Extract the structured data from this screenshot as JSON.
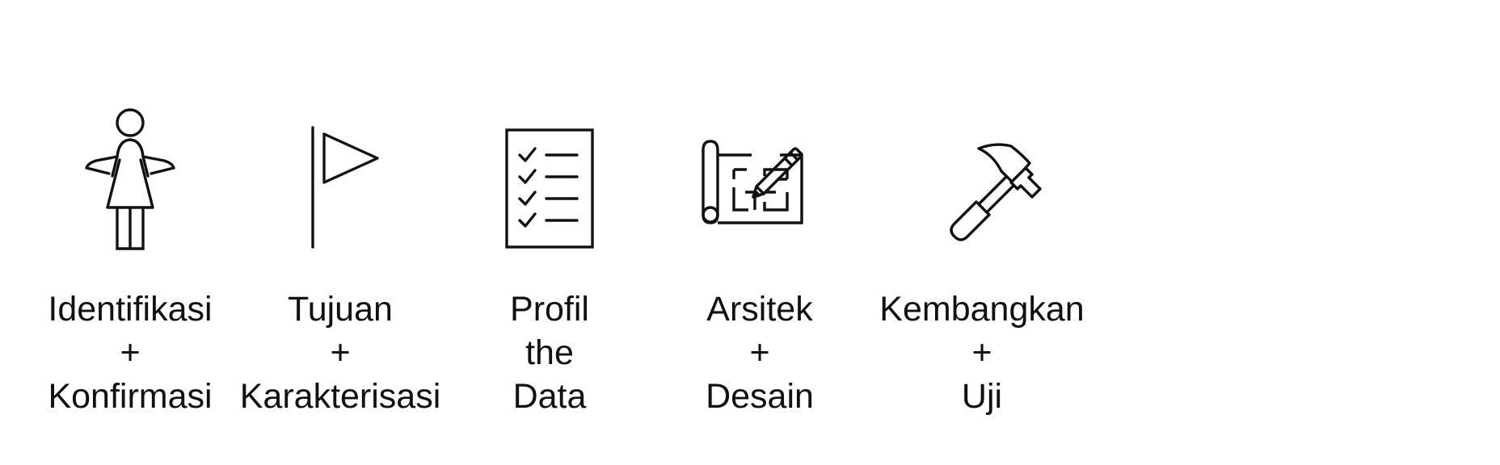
{
  "steps": [
    {
      "icon": "person-icon",
      "line1": "Identifikasi",
      "line2": "+",
      "line3": "Konfirmasi"
    },
    {
      "icon": "flag-icon",
      "line1": "Tujuan",
      "line2": "+",
      "line3": "Karakterisasi"
    },
    {
      "icon": "checklist-icon",
      "line1": "Profil",
      "line2": "the",
      "line3": "Data"
    },
    {
      "icon": "blueprint-icon",
      "line1": "Arsitek",
      "line2": "+",
      "line3": "Desain"
    },
    {
      "icon": "hammer-icon",
      "line1": "Kembangkan",
      "line2": "+",
      "line3": "Uji"
    }
  ],
  "colors": {
    "ink": "#111111",
    "background": "#ffffff"
  }
}
